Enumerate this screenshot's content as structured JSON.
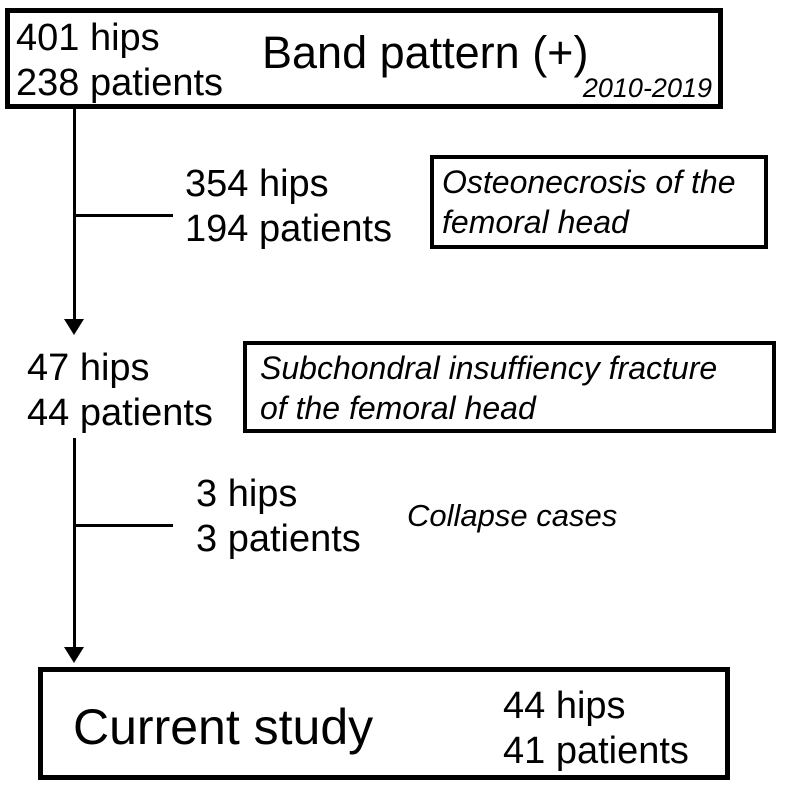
{
  "flow": {
    "cohort": {
      "counts": [
        "401 hips",
        "238 patients"
      ],
      "label": "Band pattern (+)",
      "period": "2010-2019"
    },
    "excluded_onfh": {
      "counts": [
        "354 hips",
        "194 patients"
      ],
      "box_lines": [
        "Osteonecrosis of the",
        "femoral head"
      ]
    },
    "sif": {
      "counts": [
        "47 hips",
        "44 patients"
      ],
      "box_lines": [
        "Subchondral insuffiency fracture",
        "of the femoral head"
      ]
    },
    "excluded_collapse": {
      "counts": [
        "3 hips",
        "3 patients"
      ],
      "label": "Collapse cases"
    },
    "final": {
      "label": "Current study",
      "counts": [
        "44 hips",
        "41 patients"
      ]
    },
    "colors": {
      "ink": "#000000",
      "background": "#ffffff"
    }
  }
}
